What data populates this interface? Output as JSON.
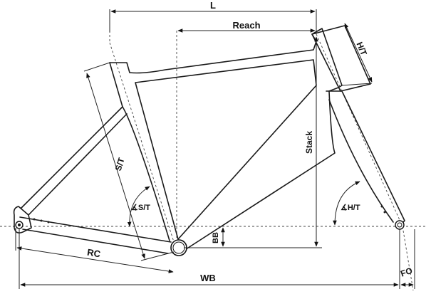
{
  "labels": {
    "l": "L",
    "reach": "Reach",
    "ht": "H/T",
    "st": "S/T",
    "stack": "Stack",
    "st_angle": "∡S/T",
    "ht_angle": "∡H/T",
    "bb": "BB",
    "rc": "RC",
    "wb": "WB",
    "fo": "FO"
  }
}
